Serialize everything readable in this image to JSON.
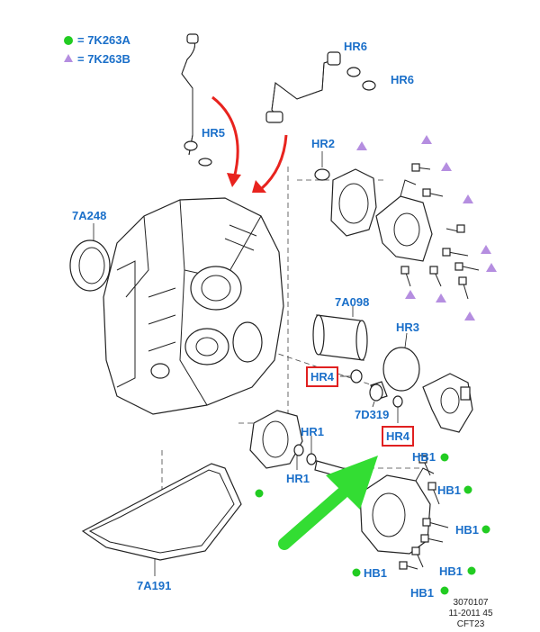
{
  "legend": {
    "green_label": "= 7K263A",
    "purple_label": "= 7K263B"
  },
  "labels": {
    "hr6_top": "HR6",
    "hr6_right": "HR6",
    "hr5": "HR5",
    "hr2": "HR2",
    "p7a248": "7A248",
    "p7a098": "7A098",
    "hr3": "HR3",
    "hr4_left": "HR4",
    "p7d319": "7D319",
    "hr4_right": "HR4",
    "hr1_top": "HR1",
    "hr1_bottom": "HR1",
    "hb1_a": "HB1",
    "hb1_b": "HB1",
    "hb1_c": "HB1",
    "hb1_d": "HB1",
    "hb1_e": "HB1",
    "hb1_f": "HB1",
    "p7a191": "7A191"
  },
  "reference": {
    "line1": "3070107",
    "line2": "11-2011 45",
    "line3": "CFT23"
  },
  "colors": {
    "label_blue": "#1a6fc9",
    "highlight_red": "#e02020",
    "marker_green": "#22cc22",
    "marker_purple": "#b58ee0",
    "arrow_red": "#e8231e",
    "arrow_green": "#33dd33"
  }
}
